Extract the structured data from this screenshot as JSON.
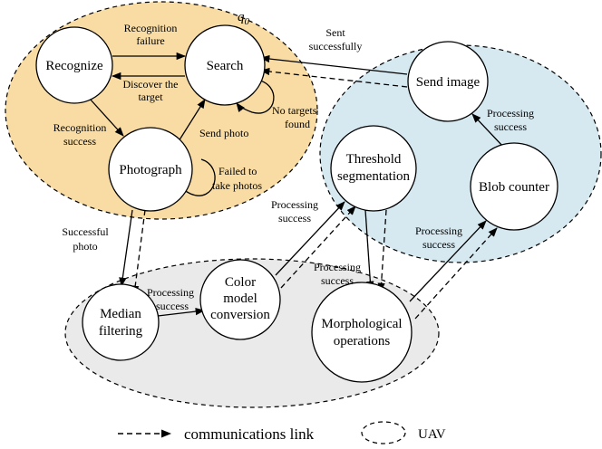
{
  "colors": {
    "region_uav1": "#f8dca4",
    "region_uav2": "#d6e9f1",
    "region_uav3": "#eaeaea",
    "stroke": "#000000"
  },
  "regions": {
    "q0_label": "q",
    "q0_sub": "0"
  },
  "nodes": {
    "recognize": "Recognize",
    "search": "Search",
    "photograph": "Photograph",
    "send_image": "Send image",
    "threshold_1": "Threshold",
    "threshold_2": "segmentation",
    "blob_counter": "Blob counter",
    "median_1": "Median",
    "median_2": "filtering",
    "color_1": "Color",
    "color_2": "model",
    "color_3": "conversion",
    "morph_1": "Morphological",
    "morph_2": "operations"
  },
  "edges": {
    "recognition_failure_1": "Recognition",
    "recognition_failure_2": "failure",
    "discover_1": "Discover the",
    "discover_2": "target",
    "recognition_success_1": "Recognition",
    "recognition_success_2": "success",
    "no_targets_1": "No targets",
    "no_targets_2": "found",
    "send_photo": "Send photo",
    "failed_1": "Failed to",
    "failed_2": "take photos",
    "sent_1": "Sent",
    "sent_2": "successfully",
    "ps_blob_send_1": "Processing",
    "ps_blob_send_2": "success",
    "successful_photo_1": "Successful",
    "successful_photo_2": "photo",
    "ps_color_thr_1": "Processing",
    "ps_color_thr_2": "success",
    "ps_median_color_1": "Processing",
    "ps_median_color_2": "success",
    "ps_thr_morph_1": "Processing",
    "ps_thr_morph_2": "success",
    "ps_morph_blob_1": "Processing",
    "ps_morph_blob_2": "success"
  },
  "legend": {
    "comm_link": "communications link",
    "uav": "UAV"
  }
}
